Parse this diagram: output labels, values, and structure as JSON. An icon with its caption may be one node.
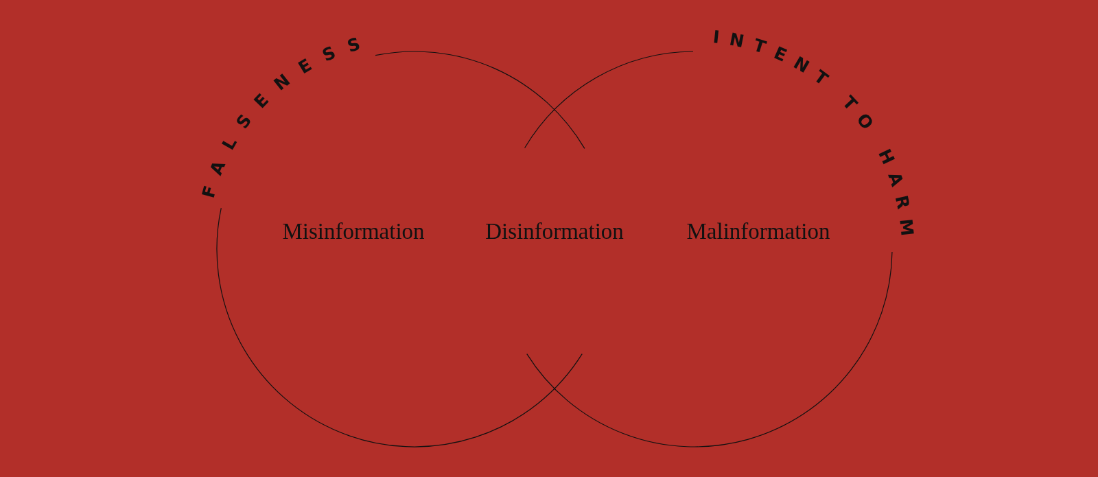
{
  "diagram": {
    "nodes": [
      {
        "text": [
          "FALSENESS"
        ]
      },
      {
        "text": [
          "Misinformation"
        ],
        "in": 0
      },
      {
        "text": [
          "Disinformation"
        ]
      },
      {
        "text": [
          "INTENT TO HARM"
        ]
      },
      {
        "text": [
          "Malinformation"
        ],
        "in": 3
      }
    ]
  }
}
